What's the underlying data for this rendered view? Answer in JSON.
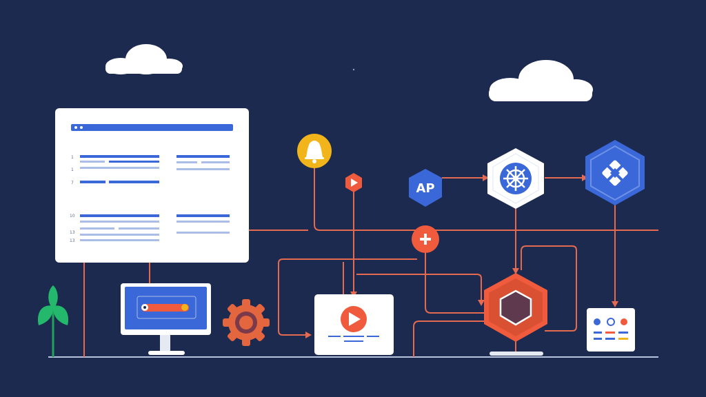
{
  "colors": {
    "background": "#1c2a4f",
    "connector": "#e56a4f",
    "panel": "#ffffff",
    "blue": "#3a68d8",
    "light_blue": "#a9bde6",
    "orange": "#ef5b3c",
    "dark_orange": "#d95032",
    "yellow": "#f2b41b",
    "green": "#23b86b",
    "plum": "#5f3a4e",
    "gear": "#e4663e"
  },
  "icons": {
    "browser": "browser-window-icon",
    "monitor": "desktop-monitor-icon",
    "gear": "gear-icon",
    "plant": "plant-icon",
    "bell": "bell-icon",
    "play_small": "play-icon",
    "api": "api-icon",
    "plus": "plus-icon",
    "kubernetes": "helm-wheel-icon",
    "cloud_node": "cloud-node-icon",
    "video": "video-player-icon",
    "core": "hexagon-core-icon",
    "dashboard": "dashboard-icon",
    "cloud": "cloud-icon"
  },
  "labels": {
    "api_badge": "AP"
  },
  "browser_line_numbers": [
    "1",
    "1",
    "7",
    "10",
    "13",
    "13"
  ]
}
